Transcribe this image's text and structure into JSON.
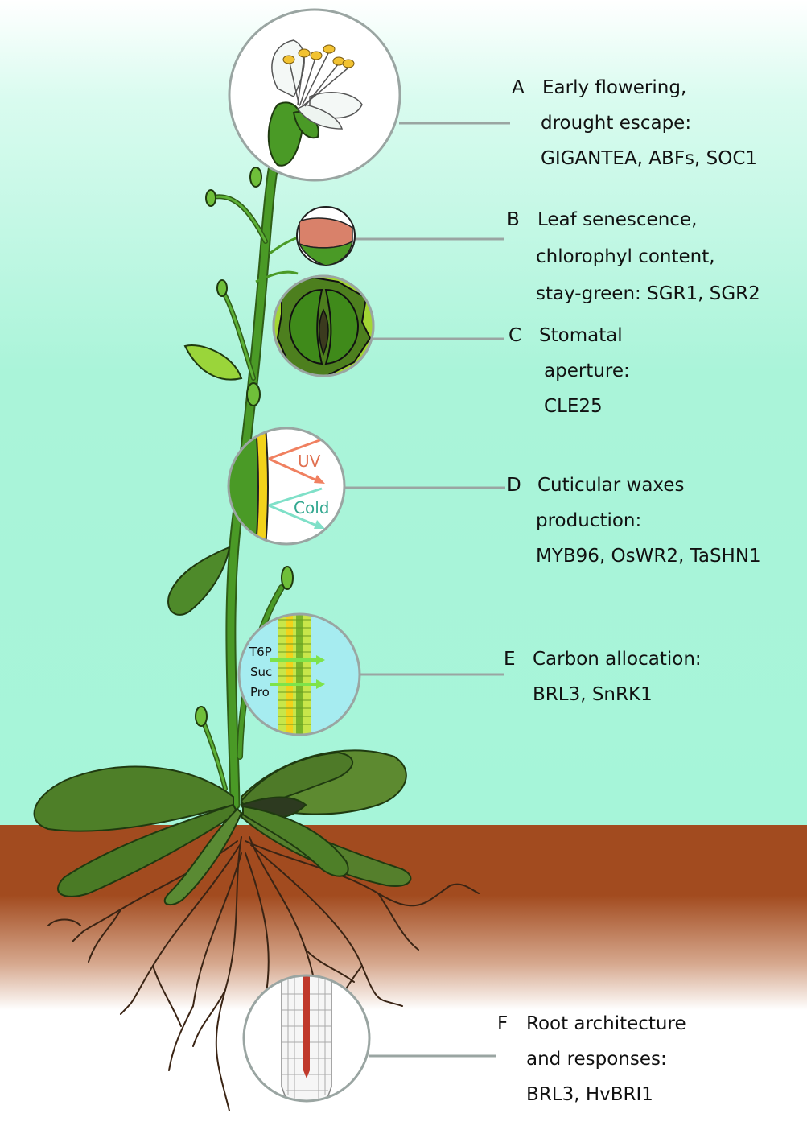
{
  "panels": [
    {
      "key": "A",
      "lines": [
        "Early flowering,",
        "drought escape:",
        "GIGANTEA, ABFs, SOC1"
      ]
    },
    {
      "key": "B",
      "lines": [
        "Leaf senescence,",
        "chlorophyl content,",
        "stay-green: SGR1, SGR2"
      ]
    },
    {
      "key": "C",
      "lines": [
        "Stomatal",
        "aperture:",
        "CLE25"
      ]
    },
    {
      "key": "D",
      "lines": [
        "Cuticular waxes",
        "production:",
        "MYB96, OsWR2, TaSHN1"
      ]
    },
    {
      "key": "E",
      "lines": [
        "Carbon allocation:",
        "BRL3, SnRK1"
      ]
    },
    {
      "key": "F",
      "lines": [
        "Root architecture",
        "and responses:",
        "BRL3, HvBRI1"
      ]
    }
  ],
  "inset_labels": {
    "uv": "UV",
    "cold": "Cold",
    "t6p": "T6P",
    "suc": "Suc",
    "pro": "Pro"
  },
  "colors": {
    "sky_top": "#ffffff",
    "sky_bottom": "#a6f5d9",
    "soil": "#a24b1f",
    "stem": "#4a9a26",
    "leaf": "#4e7f28",
    "uv_arrow": "#f08060",
    "cold_arrow": "#7fe0c8",
    "circle_stroke": "#9aa5a2"
  }
}
